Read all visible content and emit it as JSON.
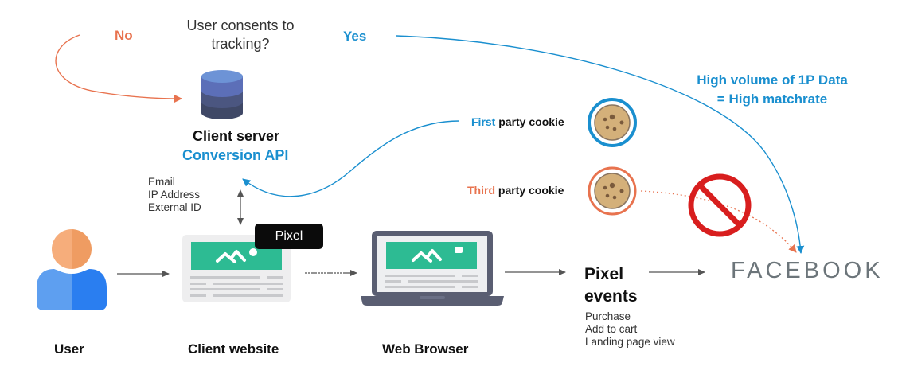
{
  "question": {
    "line1": "User consents to",
    "line2": "tracking?",
    "no_label": "No",
    "yes_label": "Yes"
  },
  "client_server": {
    "icon": "database-icon",
    "title": "Client server",
    "subtitle": "Conversion API"
  },
  "identifiers": [
    "Email",
    "IP Address",
    "External ID"
  ],
  "cookies": {
    "first": {
      "highlight": "First",
      "rest": " party cookie",
      "ring_color": "#1a8fcf",
      "icon": "cookie-icon"
    },
    "third": {
      "highlight": "Third",
      "rest": " party cookie",
      "ring_color": "#e8734f",
      "icon": "cookie-icon",
      "blocked_icon": "prohibited-icon"
    }
  },
  "match_note": {
    "line1": "High volume of 1P Data",
    "line2": "= High matchrate"
  },
  "flow": {
    "user": {
      "label": "User",
      "icon": "user-icon"
    },
    "client_website": {
      "label": "Client website",
      "icon": "webpage-icon",
      "tag": "Pixel"
    },
    "web_browser": {
      "label": "Web Browser",
      "icon": "laptop-icon"
    },
    "pixel_events": {
      "title_line1": "Pixel",
      "title_line2": "events",
      "events": [
        "Purchase",
        "Add to cart",
        "Landing page view"
      ]
    },
    "destination": {
      "label": "FACEBOOK"
    }
  },
  "colors": {
    "accent_blue": "#1a8fcf",
    "accent_orange": "#e8734f",
    "teal": "#2dbb93",
    "laptop_gray": "#5a5e72",
    "prohibit_red": "#d81e1e"
  }
}
